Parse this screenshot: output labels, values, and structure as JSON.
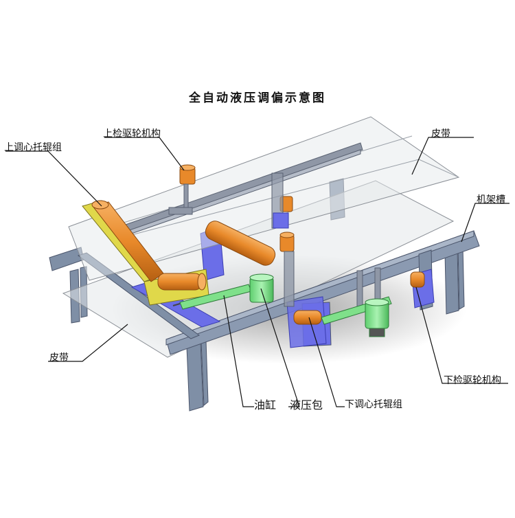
{
  "title": "全自动液压调偏示意图",
  "labels": {
    "upper_self_aligning_roller": "上调心托辊组",
    "upper_detect_wheel": "上检驱轮机构",
    "belt_top": "皮带",
    "frame_channel": "机架槽",
    "belt_bottom": "皮带",
    "oil_cylinder": "油缸",
    "hydraulic_pack": "液压包",
    "lower_self_aligning_roller": "下调心托辊组",
    "lower_detect_wheel": "下检驱轮机构"
  },
  "colors": {
    "frame": "#7f8fa6",
    "frame_dark": "#5a6680",
    "roller": "#e8892a",
    "roller_bracket": "#e0d84a",
    "blue_part": "#6b6ee8",
    "green_part": "#7fe08a",
    "belt": "#e6e9ec"
  }
}
